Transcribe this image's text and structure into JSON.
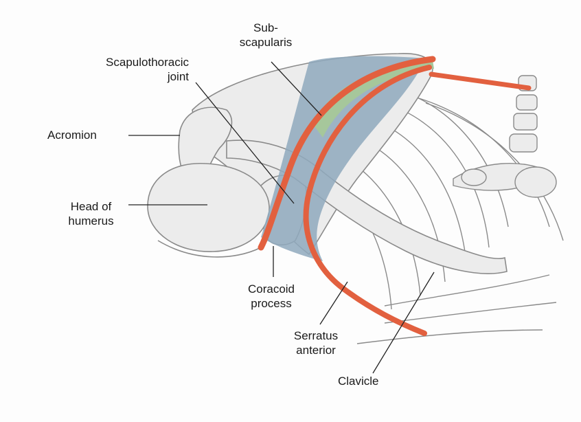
{
  "labels": {
    "subscapularis": [
      "Sub-",
      "scapularis"
    ],
    "scapulothoracic_joint": [
      "Scapulothoracic",
      "joint"
    ],
    "acromion": [
      "Acromion"
    ],
    "head_of_humerus": [
      "Head of",
      "humerus"
    ],
    "coracoid_process": [
      "Coracoid",
      "process"
    ],
    "serratus_anterior": [
      "Serratus",
      "anterior"
    ],
    "clavicle": [
      "Clavicle"
    ]
  },
  "colors": {
    "muscle": "#e2603f",
    "joint_space": "#8fa9bd",
    "subscapularis_fill": "#a6c79b",
    "bone_outline": "#8a8a8a",
    "bone_fill": "#ececec",
    "leader_line": "#222222"
  }
}
